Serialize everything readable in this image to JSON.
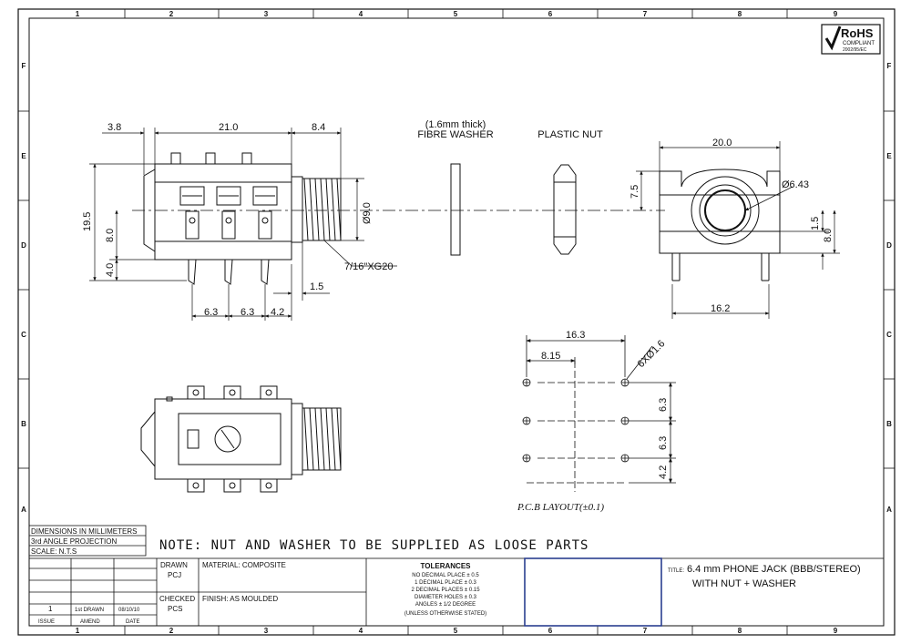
{
  "border": {
    "cols": [
      "1",
      "2",
      "3",
      "4",
      "5",
      "6",
      "7",
      "8",
      "9"
    ],
    "rows": [
      "F",
      "E",
      "D",
      "C",
      "B",
      "A"
    ]
  },
  "rohs": {
    "mark": "RoHS",
    "line1": "COMPLIANT",
    "line2": "2002/95/EC"
  },
  "front_view": {
    "dims": {
      "d1": "3.8",
      "d2": "21.0",
      "d3": "8.4",
      "h_total": "19.5",
      "h_mid": "8.0",
      "h_low": "4.0",
      "dia": "Ø9.0",
      "thread": "7/16\"XG20",
      "offset": "1.5",
      "p1": "6.3",
      "p2": "6.3",
      "p3": "4.2"
    }
  },
  "washer": {
    "thickness": "(1.6mm thick)",
    "label": "FIBRE WASHER"
  },
  "nut": {
    "label": "PLASTIC NUT"
  },
  "side_view": {
    "width": "20.0",
    "height": "7.5",
    "dia": "Ø6.43",
    "h1": "1.5",
    "h2": "8.0",
    "base": "16.2"
  },
  "pcb": {
    "d_total": "16.3",
    "d_half": "8.15",
    "holes": "6XØ1.6",
    "v1": "6.3",
    "v2": "6.3",
    "v3": "4.2",
    "caption": "P.C.B  LAYOUT(±0.1)"
  },
  "note": "NOTE: NUT AND WASHER TO BE SUPPLIED AS LOOSE PARTS",
  "title_block": {
    "dimensions": "DIMENSIONS IN MILLIMETERS",
    "projection": "3rd ANGLE PROJECTION",
    "scale": "SCALE: N.T.S",
    "drawn_label": "DRAWN",
    "drawn_by": "PCJ",
    "checked_label": "CHECKED",
    "checked_by": "PCS",
    "material": "MATERIAL: COMPOSITE",
    "finish": "FINISH: AS MOULDED",
    "tolerances": "TOLERANCES",
    "tol_lines": [
      "NO DECIMAL PLACE ± 0.5",
      "1 DECIMAL PLACE ± 0.3",
      "2 DECIMAL PLACES ± 0.15",
      "DIAMETER HOLES ± 0.3",
      "ANGLES ± 1/2 DEGREE",
      "(UNLESS OTHERWISE STATED)"
    ],
    "issue_no": "1",
    "amend": "1st DRAWN",
    "date": "08/10/10",
    "issue_h": "ISSUE",
    "amend_h": "AMEND",
    "date_h": "DATE",
    "title_label": "TITLE:",
    "title_line1": "6.4 mm PHONE JACK (BBB/STEREO)",
    "title_line2": "WITH NUT + WASHER"
  }
}
